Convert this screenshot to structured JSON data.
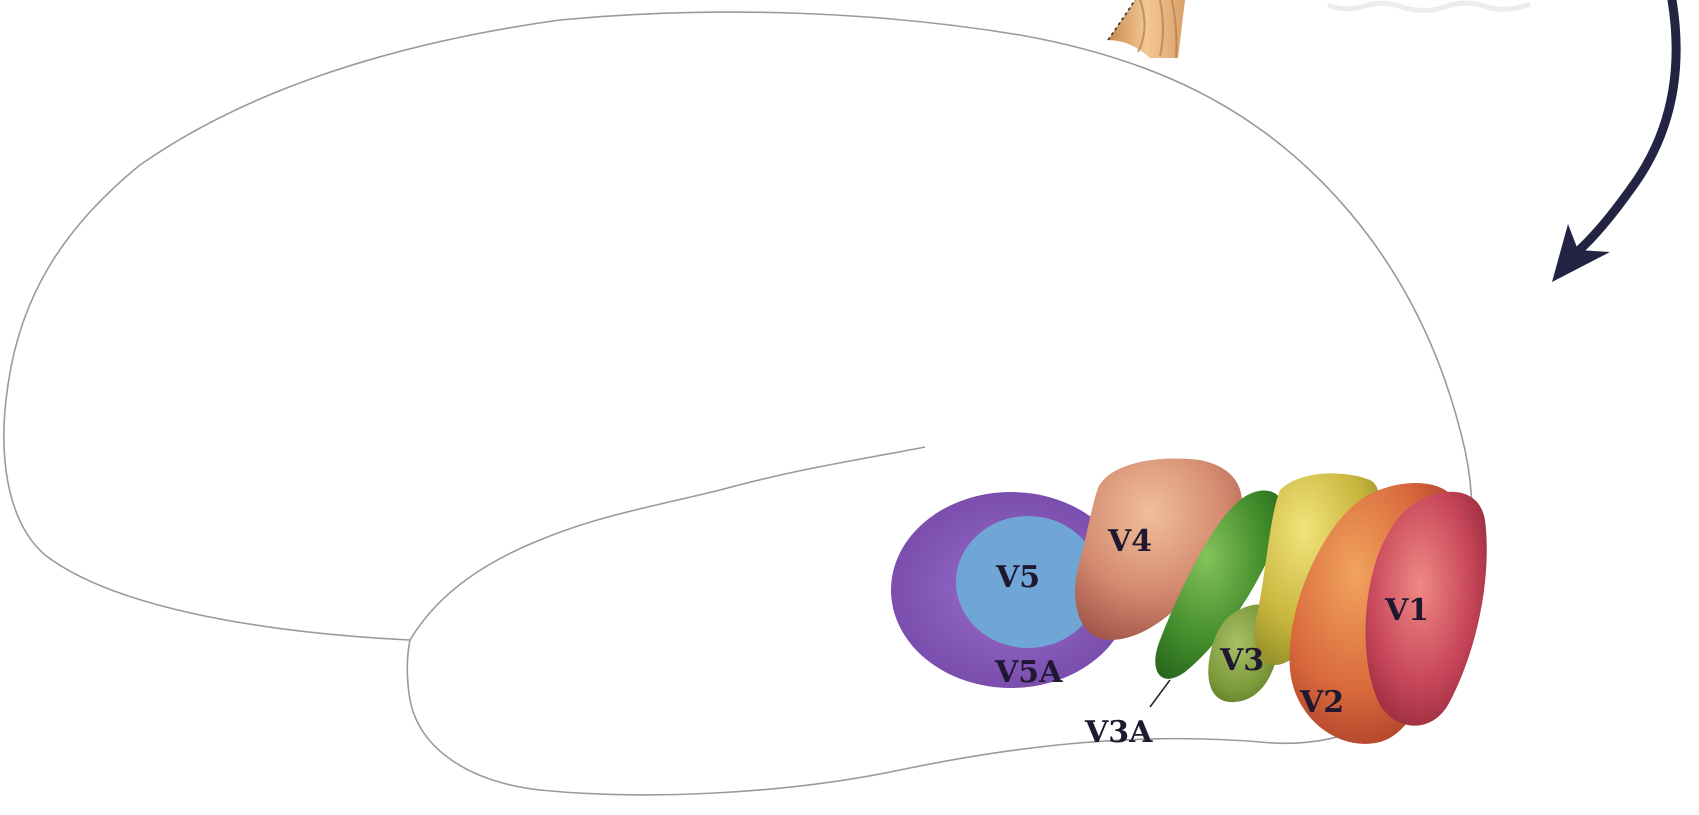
{
  "areas": [
    {
      "key": "v1",
      "label": "V1",
      "color": "#c8465a"
    },
    {
      "key": "v2",
      "label": "V2",
      "color": "#d9693c"
    },
    {
      "key": "v3",
      "label": "V3",
      "color": "#7c9a3a"
    },
    {
      "key": "v3a",
      "label": "V3A",
      "color": "#3f8a2a"
    },
    {
      "key": "v4",
      "label": "V4",
      "color": "#d48a70"
    },
    {
      "key": "v5",
      "label": "V5",
      "color": "#6fa6d6"
    },
    {
      "key": "v5a",
      "label": "V5A",
      "color": "#8a5bb8"
    }
  ],
  "colors": {
    "outline": "#9a9a9a",
    "arrow": "#232344",
    "nerve": "#e9b57f"
  }
}
